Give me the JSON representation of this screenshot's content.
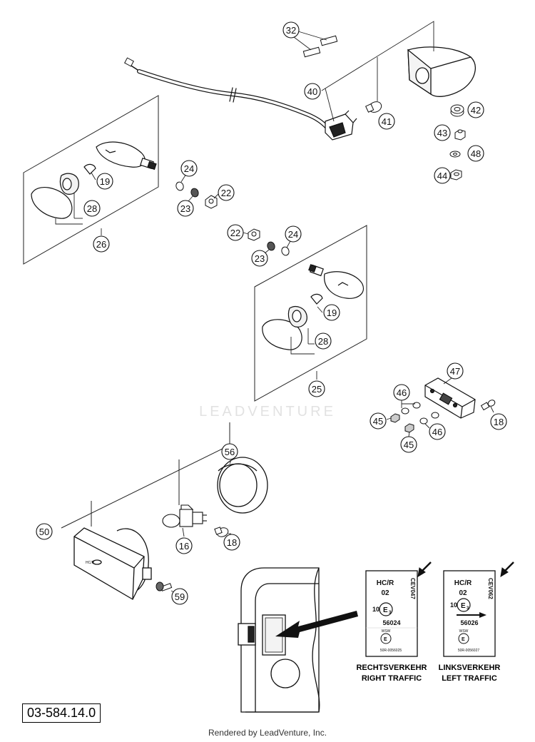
{
  "callouts": {
    "c16": "16",
    "c18a": "18",
    "c18b": "18",
    "c19a": "19",
    "c19b": "19",
    "c22a": "22",
    "c22b": "22",
    "c23a": "23",
    "c23b": "23",
    "c24a": "24",
    "c24b": "24",
    "c25": "25",
    "c26": "26",
    "c28a": "28",
    "c28b": "28",
    "c32": "32",
    "c40": "40",
    "c41": "41",
    "c42": "42",
    "c43": "43",
    "c44": "44",
    "c45a": "45",
    "c45b": "45",
    "c46a": "46",
    "c46b": "46",
    "c47": "47",
    "c48": "48",
    "c50": "50",
    "c56": "56",
    "c59": "59"
  },
  "label_right": {
    "hcr": "HC/R",
    "num02": "02",
    "code": "CEV047",
    "ten": "10",
    "e3": "E",
    "e3sub": "3",
    "approval": "56024",
    "wsw": "WSW",
    "small": "50R-0056025",
    "line1": "RECHTSVERKEHR",
    "line2": "RIGHT TRAFFIC"
  },
  "label_left": {
    "hcr": "HC/R",
    "num02": "02",
    "code": "CEV062",
    "ten": "10",
    "e3": "E",
    "e3sub": "3",
    "approval": "56026",
    "wsw": "WSW",
    "small": "50R-0056027",
    "line1": "LINKSVERKEHR",
    "line2": "LEFT TRAFFIC"
  },
  "watermark": "LEADVENTURE",
  "ref_code": "03-584.14.0",
  "footer": "Rendered by LeadVenture, Inc."
}
